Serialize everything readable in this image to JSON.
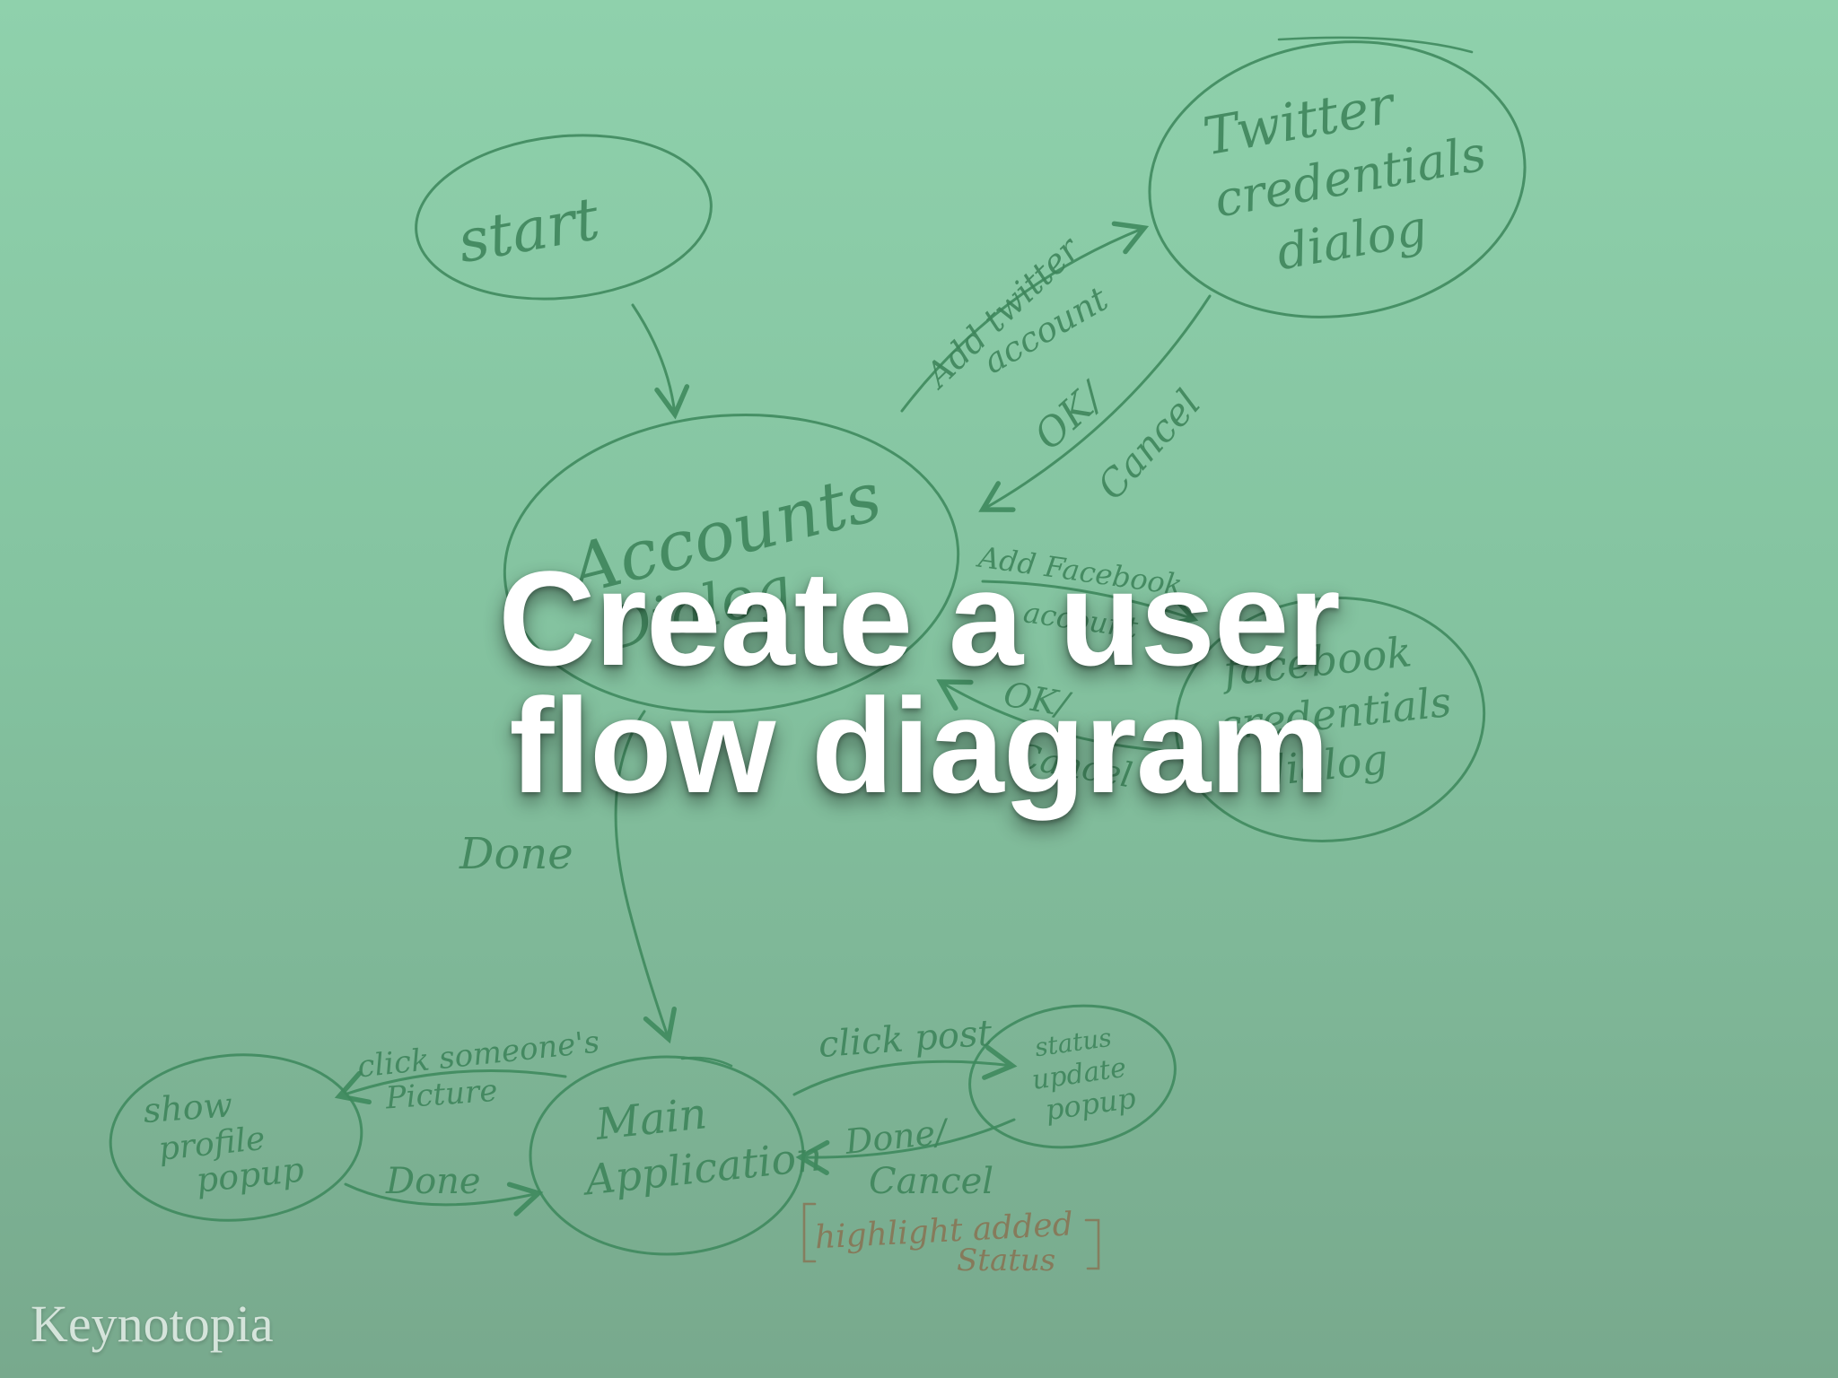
{
  "slide": {
    "title_line1": "Create a user",
    "title_line2": "flow diagram",
    "brand": "Keynotopia"
  },
  "diagram": {
    "nodes": {
      "start": "start",
      "accounts_line1": "Accounts",
      "accounts_line2": "Dialog",
      "twitter_line1": "Twitter",
      "twitter_line2": "credentials",
      "twitter_line3": "dialog",
      "facebook_line1": "facebook",
      "facebook_line2": "credentials",
      "facebook_line3": "dialog",
      "main_line1": "Main",
      "main_line2": "Application",
      "profile_line1": "show",
      "profile_line2": "profile",
      "profile_line3": "popup",
      "status_line1": "status",
      "status_line2": "update",
      "status_line3": "popup"
    },
    "edges": {
      "add_twitter_line1": "Add twitter",
      "add_twitter_line2": "account",
      "ok_cancel_twitter_line1": "OK/",
      "ok_cancel_twitter_line2": "Cancel",
      "add_facebook_line1": "Add Facebook",
      "add_facebook_line2": "account",
      "ok_cancel_facebook_line1": "OK/",
      "ok_cancel_facebook_line2": "Cancel",
      "done_accounts": "Done",
      "click_someone_line1": "click someone's",
      "click_someone_line2": "Picture",
      "done_profile": "Done",
      "click_post": "click post",
      "done_cancel_line1": "Done/",
      "done_cancel_line2": "Cancel",
      "highlight_line1": "highlight added",
      "highlight_line2": "Status"
    }
  }
}
